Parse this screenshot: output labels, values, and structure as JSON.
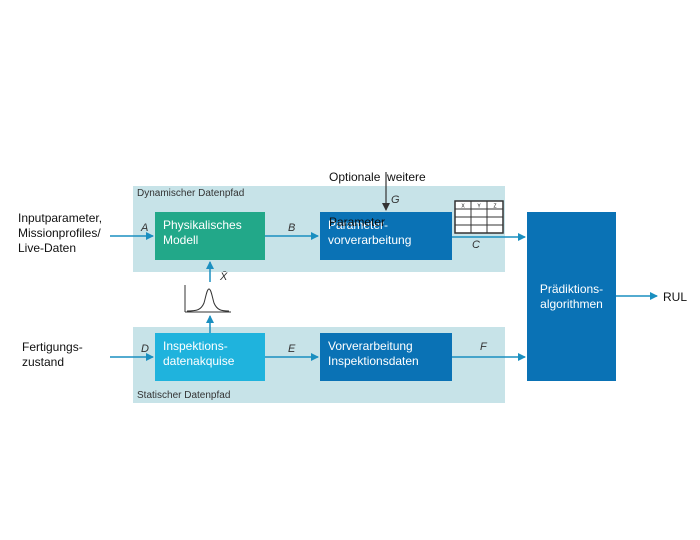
{
  "lanes": {
    "dynamic": "Dynamischer Datenpfad",
    "static": "Statischer Datenpfad"
  },
  "inputs": {
    "top": [
      "Inputparameter,",
      "Missionprofiles/",
      "Live-Daten"
    ],
    "bottom": [
      "Fertigungs-",
      "zustand"
    ],
    "optional": [
      "Optionale  weitere",
      "Parameter"
    ]
  },
  "boxes": {
    "physical_model": [
      "Physikalisches",
      "Modell"
    ],
    "param_preprocessing": [
      "Parameter-",
      "vorverarbeitung"
    ],
    "inspection_acq": [
      "Inspektions-",
      "datenakquise"
    ],
    "inspection_preprocessing": [
      "Vorverarbeitung",
      "Inspektionsdaten"
    ],
    "prediction": [
      "Prädiktions-",
      "algorithmen"
    ]
  },
  "output": "RUL",
  "connector_letters": {
    "A": "A",
    "B": "B",
    "C": "C",
    "D": "D",
    "E": "E",
    "F": "F",
    "G": "G"
  },
  "xbar_label": "X̄",
  "table_headers": [
    "X",
    "Y",
    "Z"
  ],
  "colors": {
    "lane": "#c7e3e8",
    "green": "#22a889",
    "blue": "#0a72b5",
    "cyan": "#1fb3dd",
    "arrow": "#1a8fc0"
  }
}
